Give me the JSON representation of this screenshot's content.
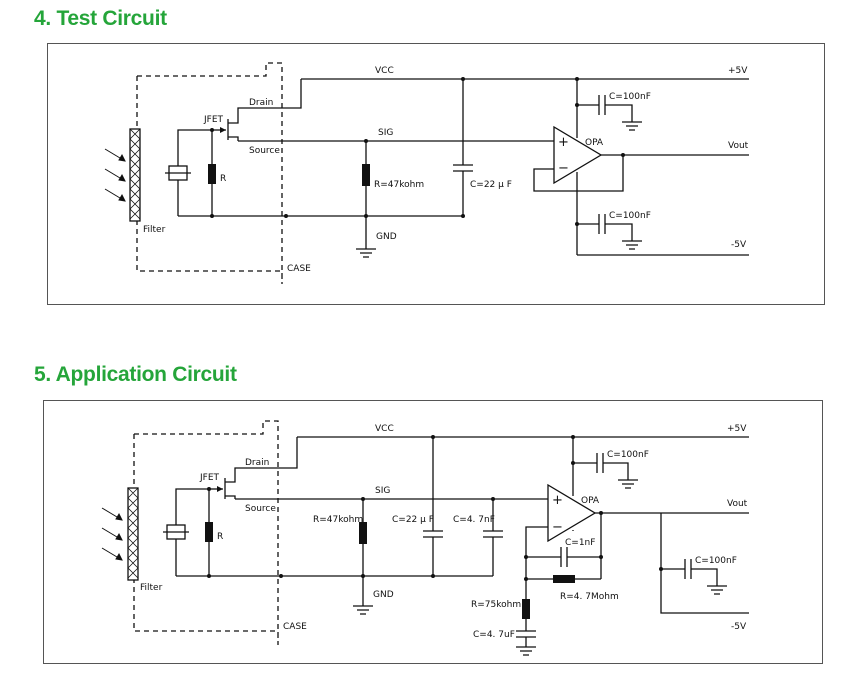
{
  "sections": [
    {
      "title": "4. Test Circuit",
      "labels": {
        "vcc": "VCC",
        "p5v": "+5V",
        "jfet": "JFET",
        "drain": "Drain",
        "source": "Source",
        "sig": "SIG",
        "opa": "OPA",
        "vout": "Vout",
        "r": "R",
        "r47k": "R=47kohm",
        "c22u": "C=22 μ F",
        "c100n_top": "C=100nF",
        "c100n_bot": "C=100nF",
        "gnd": "GND",
        "m5v": "-5V",
        "filter": "Filter",
        "case": "CASE"
      }
    },
    {
      "title": "5. Application Circuit",
      "labels": {
        "vcc": "VCC",
        "p5v": "+5V",
        "jfet": "JFET",
        "drain": "Drain",
        "source": "Source",
        "sig": "SIG",
        "opa": "OPA",
        "vout": "Vout",
        "r": "R",
        "r47k": "R=47kohm",
        "c22u": "C=22 μ F",
        "c4n7": "C=4. 7nF",
        "c100n_top": "C=100nF",
        "c1n": "C=1nF",
        "r4m7": "R=4. 7Mohm",
        "r75k": "R=75kohm",
        "c4u7": "C=4. 7uF",
        "c100n_out": "C=100nF",
        "gnd": "GND",
        "m5v": "-5V",
        "filter": "Filter",
        "case": "CASE"
      }
    }
  ],
  "colors": {
    "heading": "#25a53a",
    "line": "#111111",
    "frame": "#555555"
  }
}
